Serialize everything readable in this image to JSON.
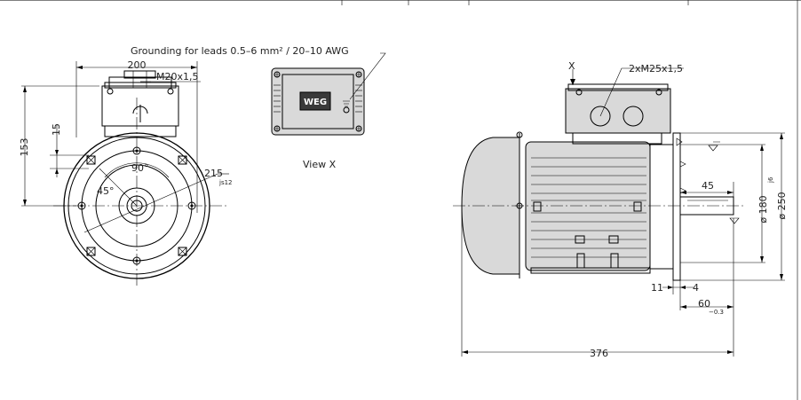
{
  "labels": {
    "grounding_note": "Grounding for leads 0.5–6 mm² / 20–10 AWG",
    "view_x": "View X",
    "x_marker": "X",
    "brand": "WEG"
  },
  "dimensions": {
    "frame_width": "200",
    "cable_entry_left": "M20x1,5",
    "height_153": "153",
    "dim_15": "15",
    "angle_90": "90°",
    "angle_45": "45°",
    "pcd": "215",
    "pcd_tol": "js12",
    "cable_entry_right": "2xM25x1,5",
    "shaft_len_45": "45",
    "spigot_dia": "ø 180",
    "spigot_tol": "j6",
    "flange_dia": "ø 250",
    "dim_11": "11",
    "dim_4": "4",
    "shaft_60": "60",
    "shaft_60_tol": "−0.3",
    "overall_length": "376"
  }
}
